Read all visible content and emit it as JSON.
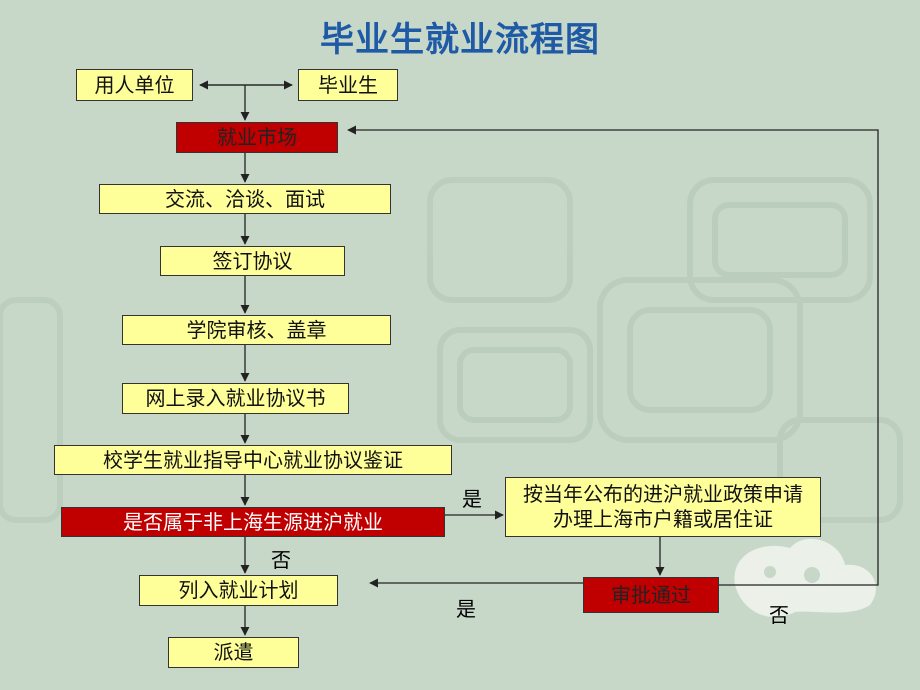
{
  "title": "毕业生就业流程图",
  "nodes": {
    "employer": "用人单位",
    "graduate": "毕业生",
    "job_market": "就业市场",
    "interview": "交流、洽谈、面试",
    "sign_agreement": "签订协议",
    "college_review": "学院审核、盖章",
    "online_entry": "网上录入就业协议书",
    "center_verify": "校学生就业指导中心就业协议鉴证",
    "non_shanghai_question": "是否属于非上海生源进沪就业",
    "apply_hukou": "按当年公布的进沪就业政策申请办理上海市户籍或居住证",
    "approved": "审批通过",
    "employment_plan": "列入就业计划",
    "dispatch": "派遣"
  },
  "edge_labels": {
    "yes_to_apply": "是",
    "no_to_plan": "否",
    "yes_to_plan": "是",
    "no_to_market": "否"
  },
  "colors": {
    "title": "#1f5aa6",
    "box_fill": "#ffff99",
    "highlight_fill": "#c00000",
    "background": "#c7d8c9"
  }
}
